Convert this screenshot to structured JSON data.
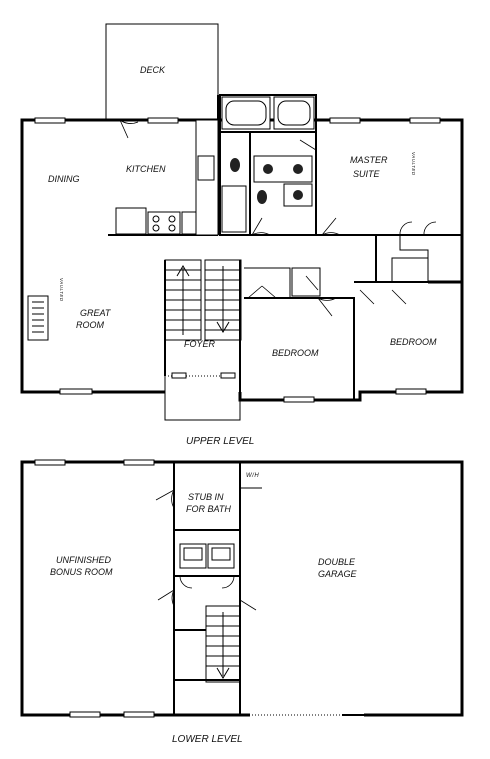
{
  "plan": {
    "upper": {
      "level_label": "UPPER LEVEL",
      "rooms": {
        "deck": "DECK",
        "dining": "DINING",
        "kitchen": "KITCHEN",
        "master_1": "MASTER",
        "master_2": "SUITE",
        "great_1": "GREAT",
        "great_2": "ROOM",
        "foyer": "FOYER",
        "bedroom_1": "BEDROOM",
        "bedroom_2": "BEDROOM"
      },
      "vaulted_1": "VAULTED",
      "vaulted_2": "VAULTED"
    },
    "lower": {
      "level_label": "LOWER LEVEL",
      "rooms": {
        "stub_1": "STUB IN",
        "stub_2": "FOR BATH",
        "wh": "W/H",
        "bonus_1": "UNFINISHED",
        "bonus_2": "BONUS ROOM",
        "garage_1": "DOUBLE",
        "garage_2": "GARAGE"
      }
    }
  }
}
